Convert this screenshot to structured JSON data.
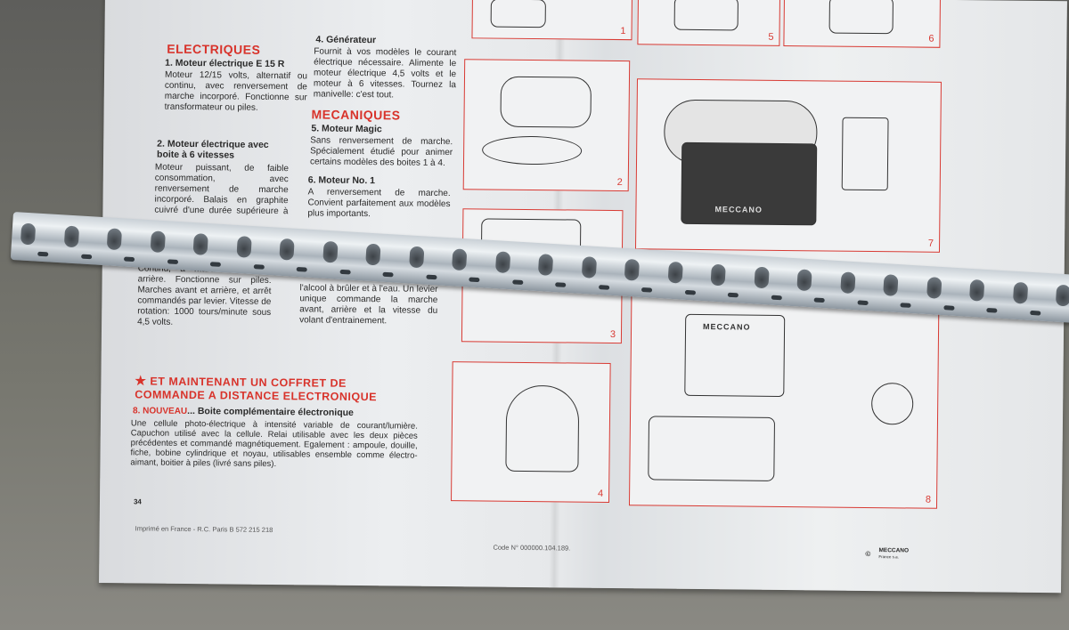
{
  "page_left": {
    "heading_electriques": "ELECTRIQUES",
    "item1_title": "1. Moteur électrique E 15 R",
    "item1_text": "Moteur 12/15 volts, alternatif ou continu, avec renversement de marche incorporé. Fonctionne sur transformateur ou piles.",
    "item2_title": "2. Moteur électrique avec boite à 6 vitesses",
    "item2_text": "Moteur puissant, de faible consommation, avec renversement de marche incorporé. Balais en graphite cuivré d'une durée supérieure à 1000 heures, marche sur 3 à 12 v... à l'aide",
    "item3_text": "Continu, à marche avant et arrière. Fonctionne sur piles. Marches avant et arrière, et arrêt commandés par levier. Vitesse de rotation: 1000 tours/minute sous 4,5 volts.",
    "item4_title": "4. Générateur",
    "item4_text": "Fournit à vos modèles le courant électrique nécessaire. Alimente le moteur électrique 4,5 volts et le moteur à 6 vitesses. Tournez la manivelle: c'est tout.",
    "heading_mecaniques": "MECANIQUES",
    "item5_title": "5. Moteur Magic",
    "item5_text": "Sans renversement de marche. Spécialement étudié pour animer certains modèles des boites 1 à 4.",
    "item6_title": "6. Moteur No. 1",
    "item6_text": "A renversement de marche. Convient parfaitement aux modèles plus importants.",
    "item7_text": "l'alcool à brûler et à l'eau. Un levier unique commande la marche avant, arrière et la vitesse du volant d'entrainement.",
    "heading_coffret": "ET MAINTENANT UN COFFRET DE COMMANDE A DISTANCE ELECTRONIQUE",
    "item8_label": "8. NOUVEAU",
    "item8_title": "... Boite complémentaire électronique",
    "item8_text": "Une cellule photo-électrique à intensité variable de courant/lumière. Capuchon utilisé avec la cellule. Relai utilisable avec les deux pièces précédentes et commandé magnétiquement. Egalement : ampoule, douille, fiche, bobine cylindrique et noyau, utilisables ensemble comme électro-aimant, boitier à piles (livré sans piles).",
    "page_number": "34",
    "imprint": "Imprimé en France - R.C. Paris B 572 215 218"
  },
  "page_right": {
    "figure_numbers": [
      "1",
      "5",
      "6",
      "2",
      "7",
      "3",
      "4",
      "8"
    ],
    "logo_engine": "MECCANO",
    "logo_box": "MECCANO",
    "code": "Code N° 000000.104.189.",
    "copyright": "©",
    "brand": "MECCANO",
    "brand_sub": "France s.a."
  },
  "colors": {
    "accent_red": "#d8332b",
    "paper": "#eceef0",
    "metal": "#c9d0d6"
  }
}
